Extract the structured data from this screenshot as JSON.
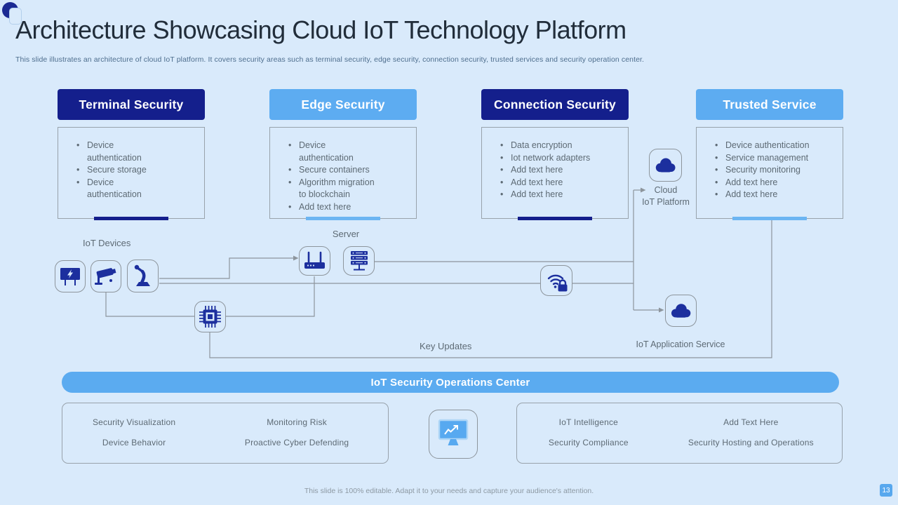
{
  "slide": {
    "title": "Architecture Showcasing Cloud IoT Technology Platform",
    "subtitle": "This slide illustrates an architecture of cloud IoT platform. It covers security areas such as terminal security, edge security, connection security, trusted services and security operation center.",
    "footer": "This slide is 100% editable. Adapt it to your needs and capture your audience's attention.",
    "page_number": "13"
  },
  "colors": {
    "background": "#d9eafb",
    "dark_navy": "#141f8c",
    "light_blue": "#5dacf1",
    "icon_navy": "#1c2f9e",
    "line_gray": "#8d959c",
    "body_text": "#5d6a74"
  },
  "columns": [
    {
      "header": "Terminal Security",
      "style": "dark",
      "items": [
        "Device authentication",
        "Secure storage",
        "Device authentication"
      ]
    },
    {
      "header": "Edge Security",
      "style": "light",
      "items": [
        "Device authentication",
        "Secure containers",
        "Algorithm migration to blockchain",
        "Add text here"
      ]
    },
    {
      "header": "Connection Security",
      "style": "dark",
      "items": [
        "Data encryption",
        "Iot network adapters",
        "Add text here",
        "Add text here",
        "Add text here"
      ]
    },
    {
      "header": "Trusted Service",
      "style": "light",
      "items": [
        "Device authentication",
        "Service management",
        "Security monitoring",
        "Add text here",
        "Add text here"
      ]
    }
  ],
  "diagram": {
    "labels": {
      "iot_devices": "IoT Devices",
      "server": "Server",
      "cloud_iot_platform": "Cloud\nIoT Platform",
      "iot_application_service": "IoT Application Service",
      "key_updates": "Key Updates"
    },
    "icons": [
      "electric-meter",
      "cctv-camera",
      "robot-arm",
      "chip",
      "router",
      "server-rack",
      "wifi-lock",
      "cloud",
      "cloud",
      "monitor-chart"
    ]
  },
  "soc_banner": {
    "label": "IoT Security Operations Center"
  },
  "bottom_left": {
    "items": [
      "Security Visualization",
      "Monitoring Risk",
      "Device Behavior",
      "Proactive Cyber Defending"
    ]
  },
  "bottom_right": {
    "items": [
      "IoT Intelligence",
      "Add Text Here",
      "Security Compliance",
      "Security Hosting and Operations"
    ]
  }
}
